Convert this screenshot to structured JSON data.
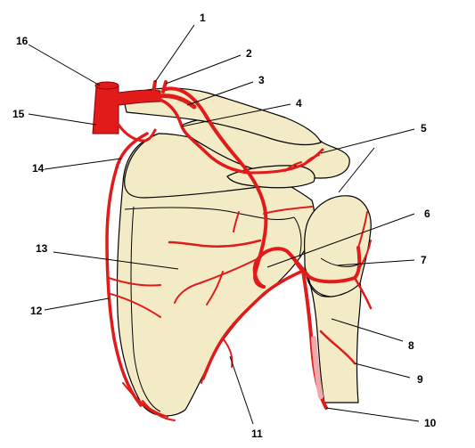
{
  "labels": [
    {
      "id": "1",
      "text": "1"
    },
    {
      "id": "2",
      "text": "2"
    },
    {
      "id": "3",
      "text": "3"
    },
    {
      "id": "4",
      "text": "4"
    },
    {
      "id": "5",
      "text": "5"
    },
    {
      "id": "6",
      "text": "6"
    },
    {
      "id": "7",
      "text": "7"
    },
    {
      "id": "8",
      "text": "8"
    },
    {
      "id": "9",
      "text": "9"
    },
    {
      "id": "10",
      "text": "10"
    },
    {
      "id": "11",
      "text": "11"
    },
    {
      "id": "12",
      "text": "12"
    },
    {
      "id": "13",
      "text": "13"
    },
    {
      "id": "14",
      "text": "14"
    },
    {
      "id": "15",
      "text": "15"
    },
    {
      "id": "16",
      "text": "16"
    }
  ],
  "colors": {
    "artery": "#e11a1a",
    "artery_outline": "#8a0000",
    "bone": "#f3ebc6",
    "hidden_artery": "#f0a8a8"
  }
}
